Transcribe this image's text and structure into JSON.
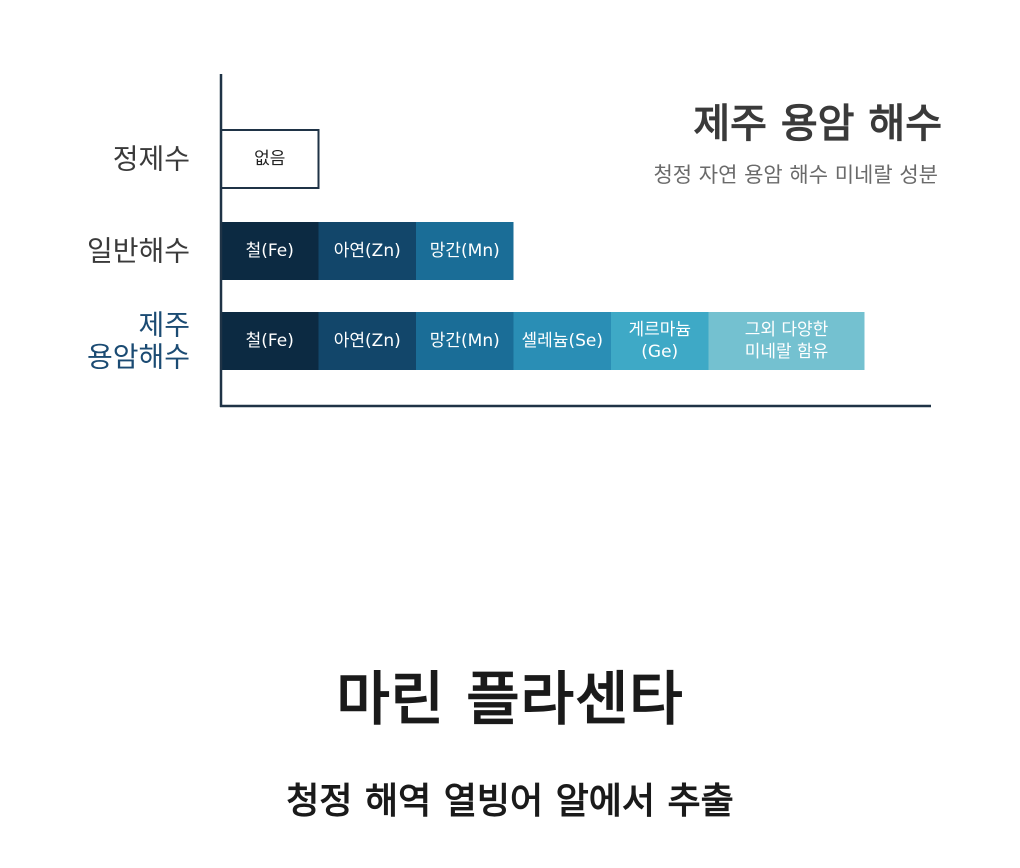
{
  "chart_data": {
    "type": "bar",
    "stacked": true,
    "orientation": "horizontal",
    "title": "제주 용암 해수",
    "subtitle": "청정 자연 용암 해수 미네랄 성분",
    "legend": "none",
    "grid": false,
    "rows": [
      {
        "label": [
          "정제수"
        ],
        "label_color": "#3a3a3a",
        "segments": [
          {
            "label": [
              "없음"
            ],
            "color": "#ffffff",
            "text_color": "#222222",
            "outlined": true
          }
        ]
      },
      {
        "label": [
          "일반해수"
        ],
        "label_color": "#3a3a3a",
        "segments": [
          {
            "label": [
              "철(Fe)"
            ],
            "color": "#0c2a42",
            "text_color": "#ffffff"
          },
          {
            "label": [
              "아연(Zn)"
            ],
            "color": "#12466a",
            "text_color": "#ffffff"
          },
          {
            "label": [
              "망간(Mn)"
            ],
            "color": "#1a6d97",
            "text_color": "#ffffff"
          }
        ]
      },
      {
        "label": [
          "제주",
          "용암해수"
        ],
        "label_color": "#1b4b73",
        "segments": [
          {
            "label": [
              "철(Fe)"
            ],
            "color": "#0c2a42",
            "text_color": "#ffffff"
          },
          {
            "label": [
              "아연(Zn)"
            ],
            "color": "#12466a",
            "text_color": "#ffffff"
          },
          {
            "label": [
              "망간(Mn)"
            ],
            "color": "#1a6d97",
            "text_color": "#ffffff"
          },
          {
            "label": [
              "셀레늄(Se)"
            ],
            "color": "#2a8eb5",
            "text_color": "#ffffff"
          },
          {
            "label": [
              "게르마늄",
              "(Ge)"
            ],
            "color": "#3ea9c6",
            "text_color": "#ffffff"
          },
          {
            "label": [
              "그외 다양한",
              "미네랄 함유"
            ],
            "color": "#74c1d0",
            "text_color": "#ffffff",
            "span": 1.6
          }
        ]
      }
    ]
  },
  "heading": {
    "main": "마린 플라센타",
    "sub": "청정 해역 열빙어 알에서 추출"
  }
}
